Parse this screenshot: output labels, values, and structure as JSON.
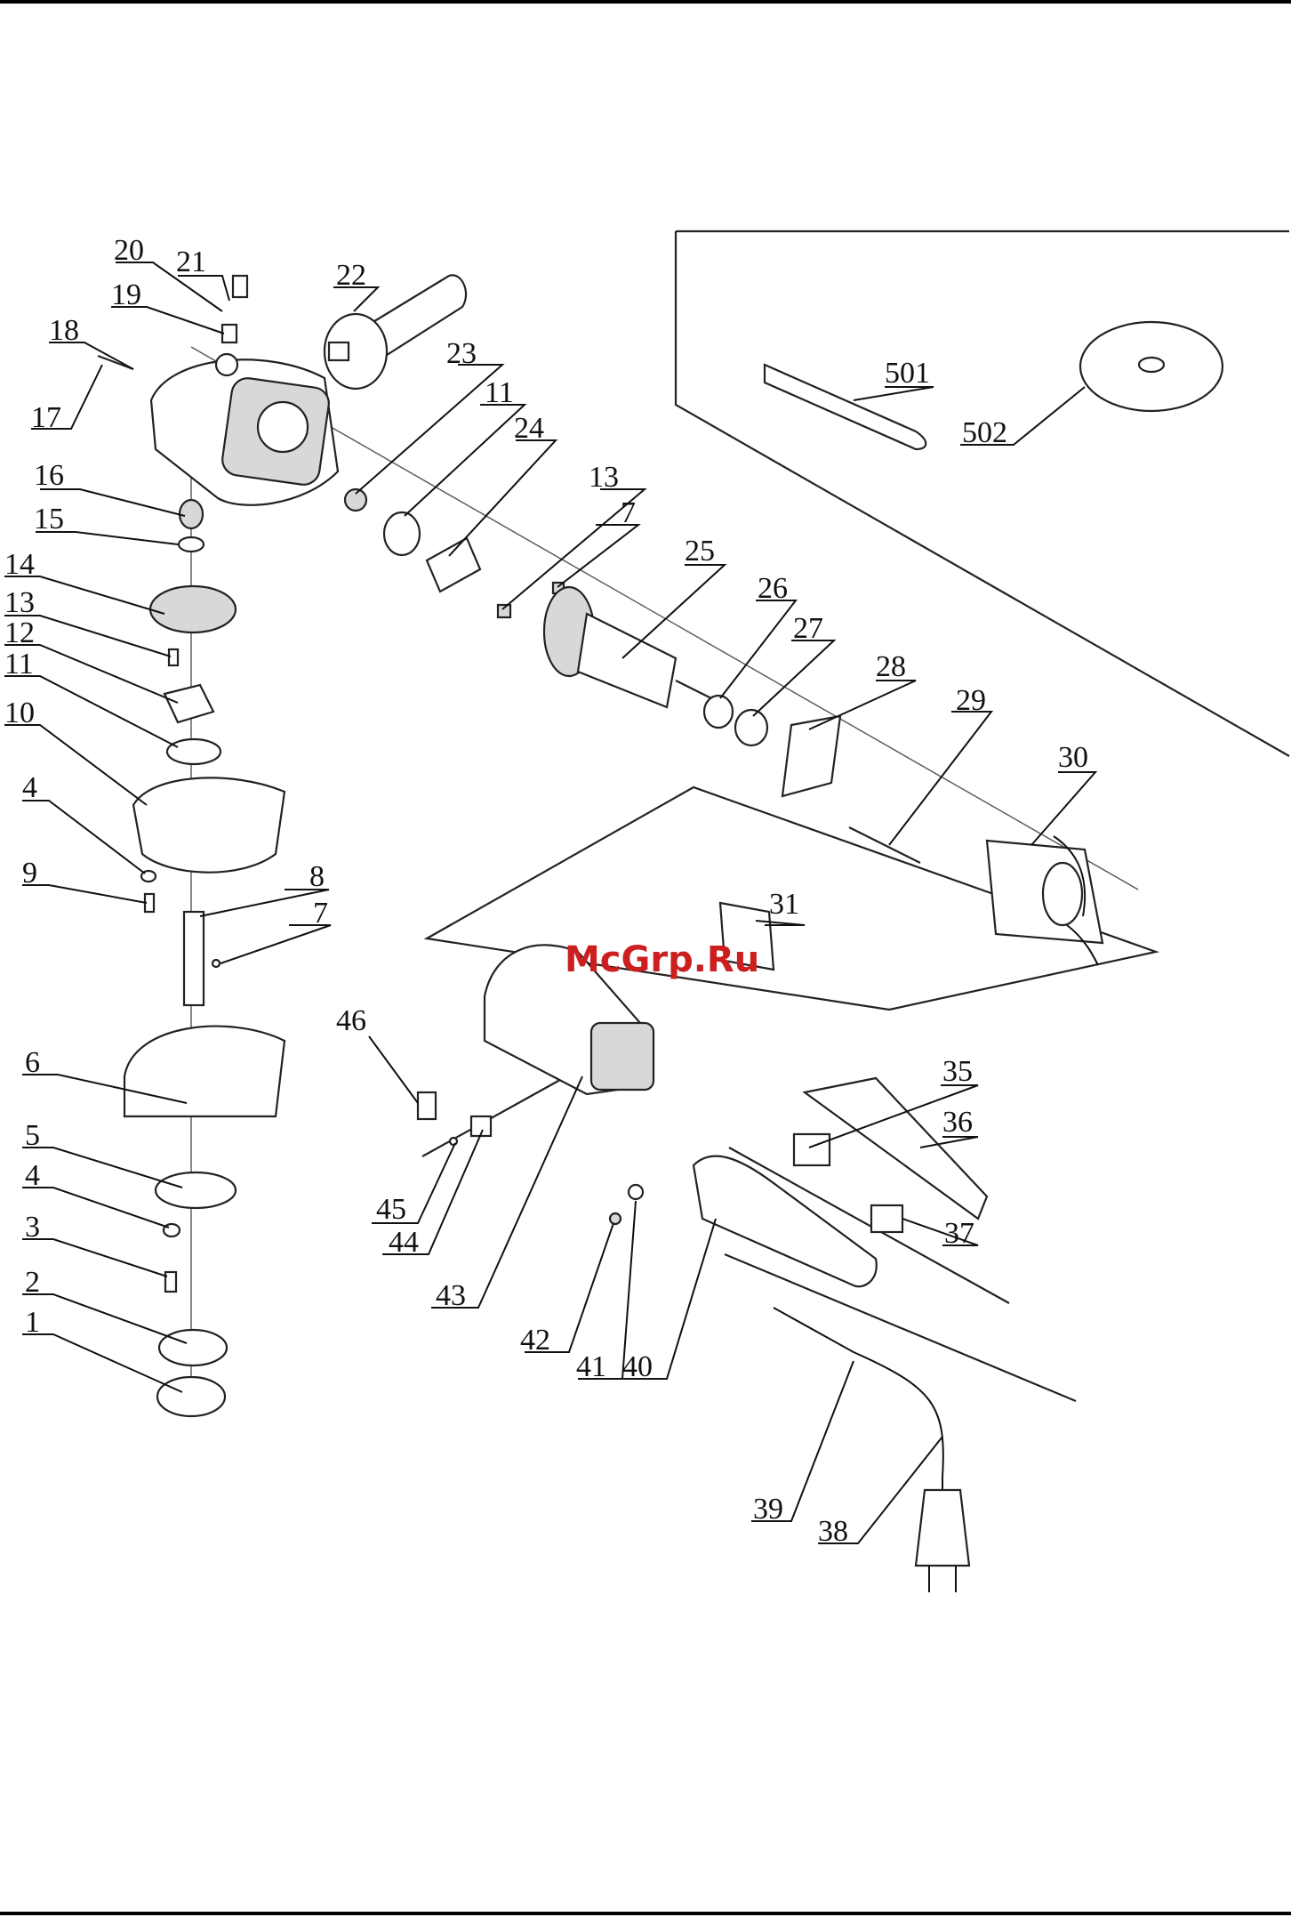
{
  "watermark": {
    "text": "McGrp.Ru",
    "color": "#cc1f1f"
  },
  "callouts": [
    {
      "id": "c20",
      "text": "20"
    },
    {
      "id": "c21",
      "text": "21"
    },
    {
      "id": "c19",
      "text": "19"
    },
    {
      "id": "c18",
      "text": "18"
    },
    {
      "id": "c17",
      "text": "17"
    },
    {
      "id": "c22",
      "text": "22"
    },
    {
      "id": "c23",
      "text": "23"
    },
    {
      "id": "c11a",
      "text": "11"
    },
    {
      "id": "c24",
      "text": "24"
    },
    {
      "id": "c16",
      "text": "16"
    },
    {
      "id": "c15",
      "text": "15"
    },
    {
      "id": "c14",
      "text": "14"
    },
    {
      "id": "c13a",
      "text": "13"
    },
    {
      "id": "c12",
      "text": "12"
    },
    {
      "id": "c11b",
      "text": "11"
    },
    {
      "id": "c10",
      "text": "10"
    },
    {
      "id": "c4a",
      "text": "4"
    },
    {
      "id": "c9",
      "text": "9"
    },
    {
      "id": "c8",
      "text": "8"
    },
    {
      "id": "c7a",
      "text": "7"
    },
    {
      "id": "c6",
      "text": "6"
    },
    {
      "id": "c5",
      "text": "5"
    },
    {
      "id": "c4b",
      "text": "4"
    },
    {
      "id": "c3",
      "text": "3"
    },
    {
      "id": "c2",
      "text": "2"
    },
    {
      "id": "c1",
      "text": "1"
    },
    {
      "id": "c13b",
      "text": "13"
    },
    {
      "id": "c7b",
      "text": "7"
    },
    {
      "id": "c25",
      "text": "25"
    },
    {
      "id": "c26",
      "text": "26"
    },
    {
      "id": "c27",
      "text": "27"
    },
    {
      "id": "c28",
      "text": "28"
    },
    {
      "id": "c29",
      "text": "29"
    },
    {
      "id": "c30",
      "text": "30"
    },
    {
      "id": "c31",
      "text": "31"
    },
    {
      "id": "c46",
      "text": "46"
    },
    {
      "id": "c45",
      "text": "45"
    },
    {
      "id": "c44",
      "text": "44"
    },
    {
      "id": "c43",
      "text": "43"
    },
    {
      "id": "c35",
      "text": "35"
    },
    {
      "id": "c36",
      "text": "36"
    },
    {
      "id": "c37",
      "text": "37"
    },
    {
      "id": "c42",
      "text": "42"
    },
    {
      "id": "c41",
      "text": "41"
    },
    {
      "id": "c40",
      "text": "40"
    },
    {
      "id": "c39",
      "text": "39"
    },
    {
      "id": "c38",
      "text": "38"
    },
    {
      "id": "c501",
      "text": "501"
    },
    {
      "id": "c502",
      "text": "502"
    }
  ]
}
